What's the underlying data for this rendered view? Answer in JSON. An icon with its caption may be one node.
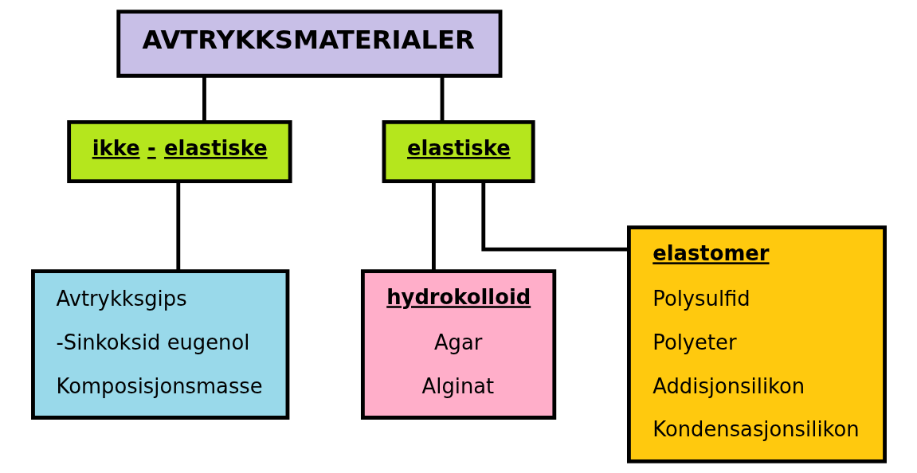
{
  "diagram": {
    "nodes": [
      {
        "text": [
          "AVTRYKKSMATERIALER"
        ]
      },
      {
        "text": [
          "ikke - elastiske"
        ]
      },
      {
        "text": [
          "elastiske"
        ]
      },
      {
        "text": [
          "Avtrykksgips",
          "-Sinkoksid eugenol",
          "Komposisjonsmasse"
        ]
      },
      {
        "text": [
          "hydrokolloid",
          "Agar",
          "Alginat"
        ]
      },
      {
        "text": [
          "elastomer",
          "Polysulfid",
          "Polyeter",
          "Addisjonsilikon",
          "Kondensasjonsilikon"
        ]
      }
    ],
    "edges": [
      {
        "from": 0,
        "to": 1,
        "arrow": "none"
      },
      {
        "from": 0,
        "to": 2,
        "arrow": "none"
      },
      {
        "from": 1,
        "to": 3,
        "arrow": "none"
      },
      {
        "from": 2,
        "to": 4,
        "arrow": "none"
      },
      {
        "from": 2,
        "to": 5,
        "arrow": "none"
      }
    ]
  }
}
